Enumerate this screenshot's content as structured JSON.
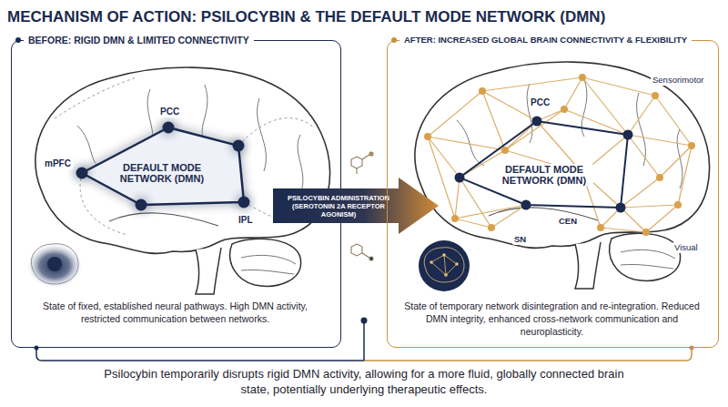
{
  "diagram": {
    "title": "MECHANISM OF ACTION: PSILOCYBIN & THE DEFAULT MODE NETWORK (DMN)",
    "caption": "Psilocybin temporarily disrupts rigid DMN activity, allowing for a more fluid, globally connected brain state, potentially underlying therapeutic effects.",
    "nodes": [
      {
        "text": [
          "BEFORE: RIGID DMN & LIMITED CONNECTIVITY",
          "State of fixed, established neural pathways. High DMN activity, restricted communication between networks."
        ]
      },
      {
        "text": [
          "PSILOCYBIN ADMINISTRATION (SEROTONIN 2A RECEPTOR AGONISM)"
        ]
      },
      {
        "text": [
          "AFTER: INCREASED GLOBAL BRAIN CONNECTIVITY & FLEXIBILITY",
          "State of temporary network disintegration and re-integration. Reduced DMN integrity, enhanced cross-network communication and neuroplasticity."
        ]
      }
    ],
    "labels": [
      "PCC",
      "mPFC",
      "IPL",
      "DEFAULT MODE NETWORK (DMN)",
      "Sensorimotor",
      "PCC",
      "DEFAULT MODE NETWORK (DMN)",
      "CEN",
      "SN",
      "Visual"
    ]
  }
}
